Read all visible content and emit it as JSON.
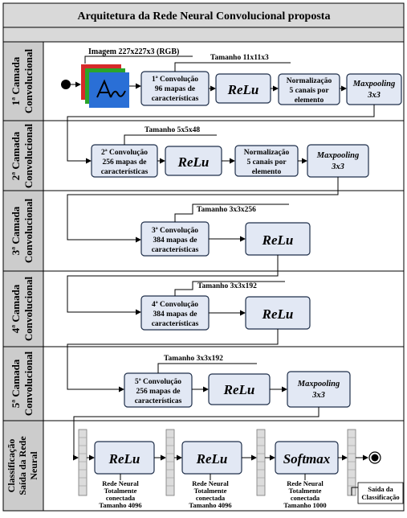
{
  "title": "Arquitetura da Rede Neural Convolucional proposta",
  "lanes": [
    {
      "label_line1": "1ª Camada",
      "label_line2": "Convolucional"
    },
    {
      "label_line1": "2ª Camada",
      "label_line2": "Convolucional"
    },
    {
      "label_line1": "3ª Camada",
      "label_line2": "Convolucional"
    },
    {
      "label_line1": "4ª Camada",
      "label_line2": "Convolucional"
    },
    {
      "label_line1": "5ª Camada",
      "label_line2": "Convolucional"
    },
    {
      "label_line1": "Classificação",
      "label_line2": "Saída da Rede",
      "label_line3": "Neural"
    }
  ],
  "layer1": {
    "image_label": "Imagem 227x227x3 (RGB)",
    "kernel_note": "Tamanho 11x11x3",
    "conv": [
      "1ª Convolução",
      "96 mapas de",
      "características"
    ],
    "relu": "ReLu",
    "norm": [
      "Normalização",
      "5 canais por",
      "elemento"
    ],
    "pool": [
      "Maxpooling",
      "3x3"
    ]
  },
  "layer2": {
    "kernel_note": "Tamanho 5x5x48",
    "conv": [
      "2ª Convolução",
      "256 mapas de",
      "características"
    ],
    "relu": "ReLu",
    "norm": [
      "Normalização",
      "5 canais por",
      "elemento"
    ],
    "pool": [
      "Maxpooling",
      "3x3"
    ]
  },
  "layer3": {
    "kernel_note": "Tamanho 3x3x256",
    "conv": [
      "3ª Convolução",
      "384 mapas de",
      "características"
    ],
    "relu": "ReLu"
  },
  "layer4": {
    "kernel_note": "Tamanho 3x3x192",
    "conv": [
      "4ª Convolução",
      "384 mapas de",
      "características"
    ],
    "relu": "ReLu"
  },
  "layer5": {
    "kernel_note": "Tamanho 3x3x192",
    "conv": [
      "5ª Convolução",
      "256 mapas de",
      "características"
    ],
    "relu": "ReLu",
    "pool": [
      "Maxpooling",
      "3x3"
    ]
  },
  "classification": {
    "fc1": {
      "activation": "ReLu",
      "caption": [
        "Rede Neural",
        "Totalmente",
        "conectada",
        "Tamanho 4096"
      ]
    },
    "fc2": {
      "activation": "ReLu",
      "caption": [
        "Rede Neural",
        "Totalmente",
        "conectada",
        "Tamanho 4096"
      ]
    },
    "fc3": {
      "activation": "Softmax",
      "caption": [
        "Rede Neural",
        "Totalmente",
        "conectada",
        "Tamanho 1000"
      ]
    },
    "output": [
      "Saída da",
      "Classificação"
    ]
  },
  "colors": {
    "box_fill": "#e2e8f4",
    "box_stroke": "#1f2f4a",
    "header_fill": "#d9d9d9",
    "lane_label_fill": "#cccccc",
    "fc_fill": "#dcdcdc"
  }
}
